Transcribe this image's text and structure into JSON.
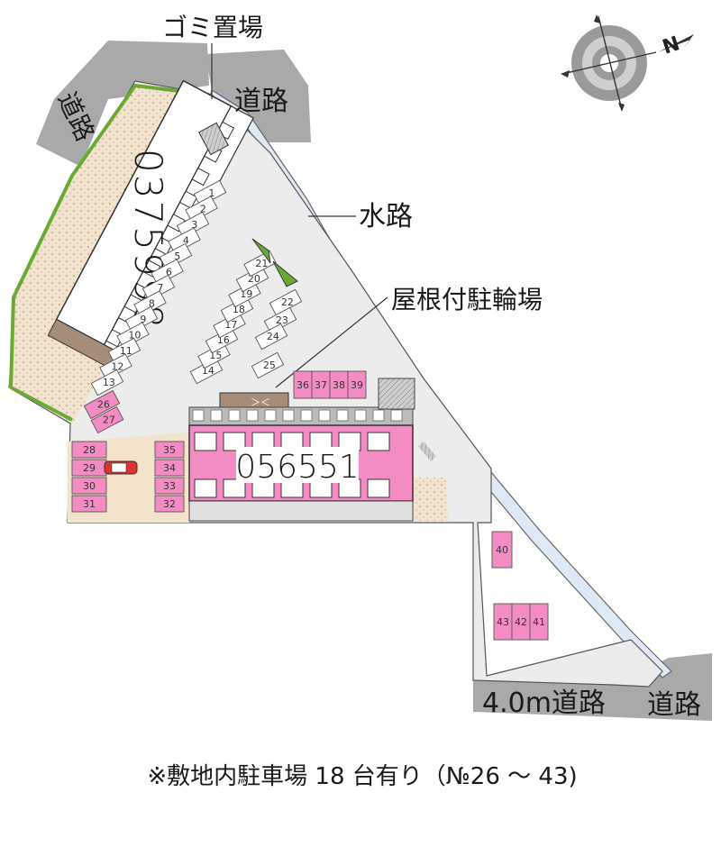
{
  "labels": {
    "garbage": "ゴミ置場",
    "road_top": "道路",
    "road_left": "道路",
    "waterway": "水路",
    "covered_bike": "屋根付駐輪場",
    "road_width": "4.0m道路",
    "road_bottom": "道路"
  },
  "buildings": {
    "left_code": "0375998",
    "center_code": "056551"
  },
  "footer": "※敷地内駐車場 18 台有り（№26 ～ 43)",
  "compass": {
    "north_label": "N"
  },
  "lot_numbers_white": [
    "1",
    "2",
    "3",
    "4",
    "5",
    "6",
    "7",
    "8",
    "9",
    "10",
    "11",
    "12",
    "13",
    "14",
    "15",
    "16",
    "17",
    "18",
    "19",
    "20",
    "21",
    "22",
    "23",
    "24",
    "25"
  ],
  "lot_numbers_pink": [
    "26",
    "27",
    "28",
    "29",
    "30",
    "31",
    "32",
    "33",
    "34",
    "35",
    "36",
    "37",
    "38",
    "39",
    "40",
    "41",
    "42",
    "43"
  ],
  "colors": {
    "road": "#a9a9a9",
    "site": "#ececec",
    "garden": "#f3e3cc",
    "parking_available": "#f48cc4",
    "building": "#ffffff",
    "green": "#6aaa34"
  }
}
